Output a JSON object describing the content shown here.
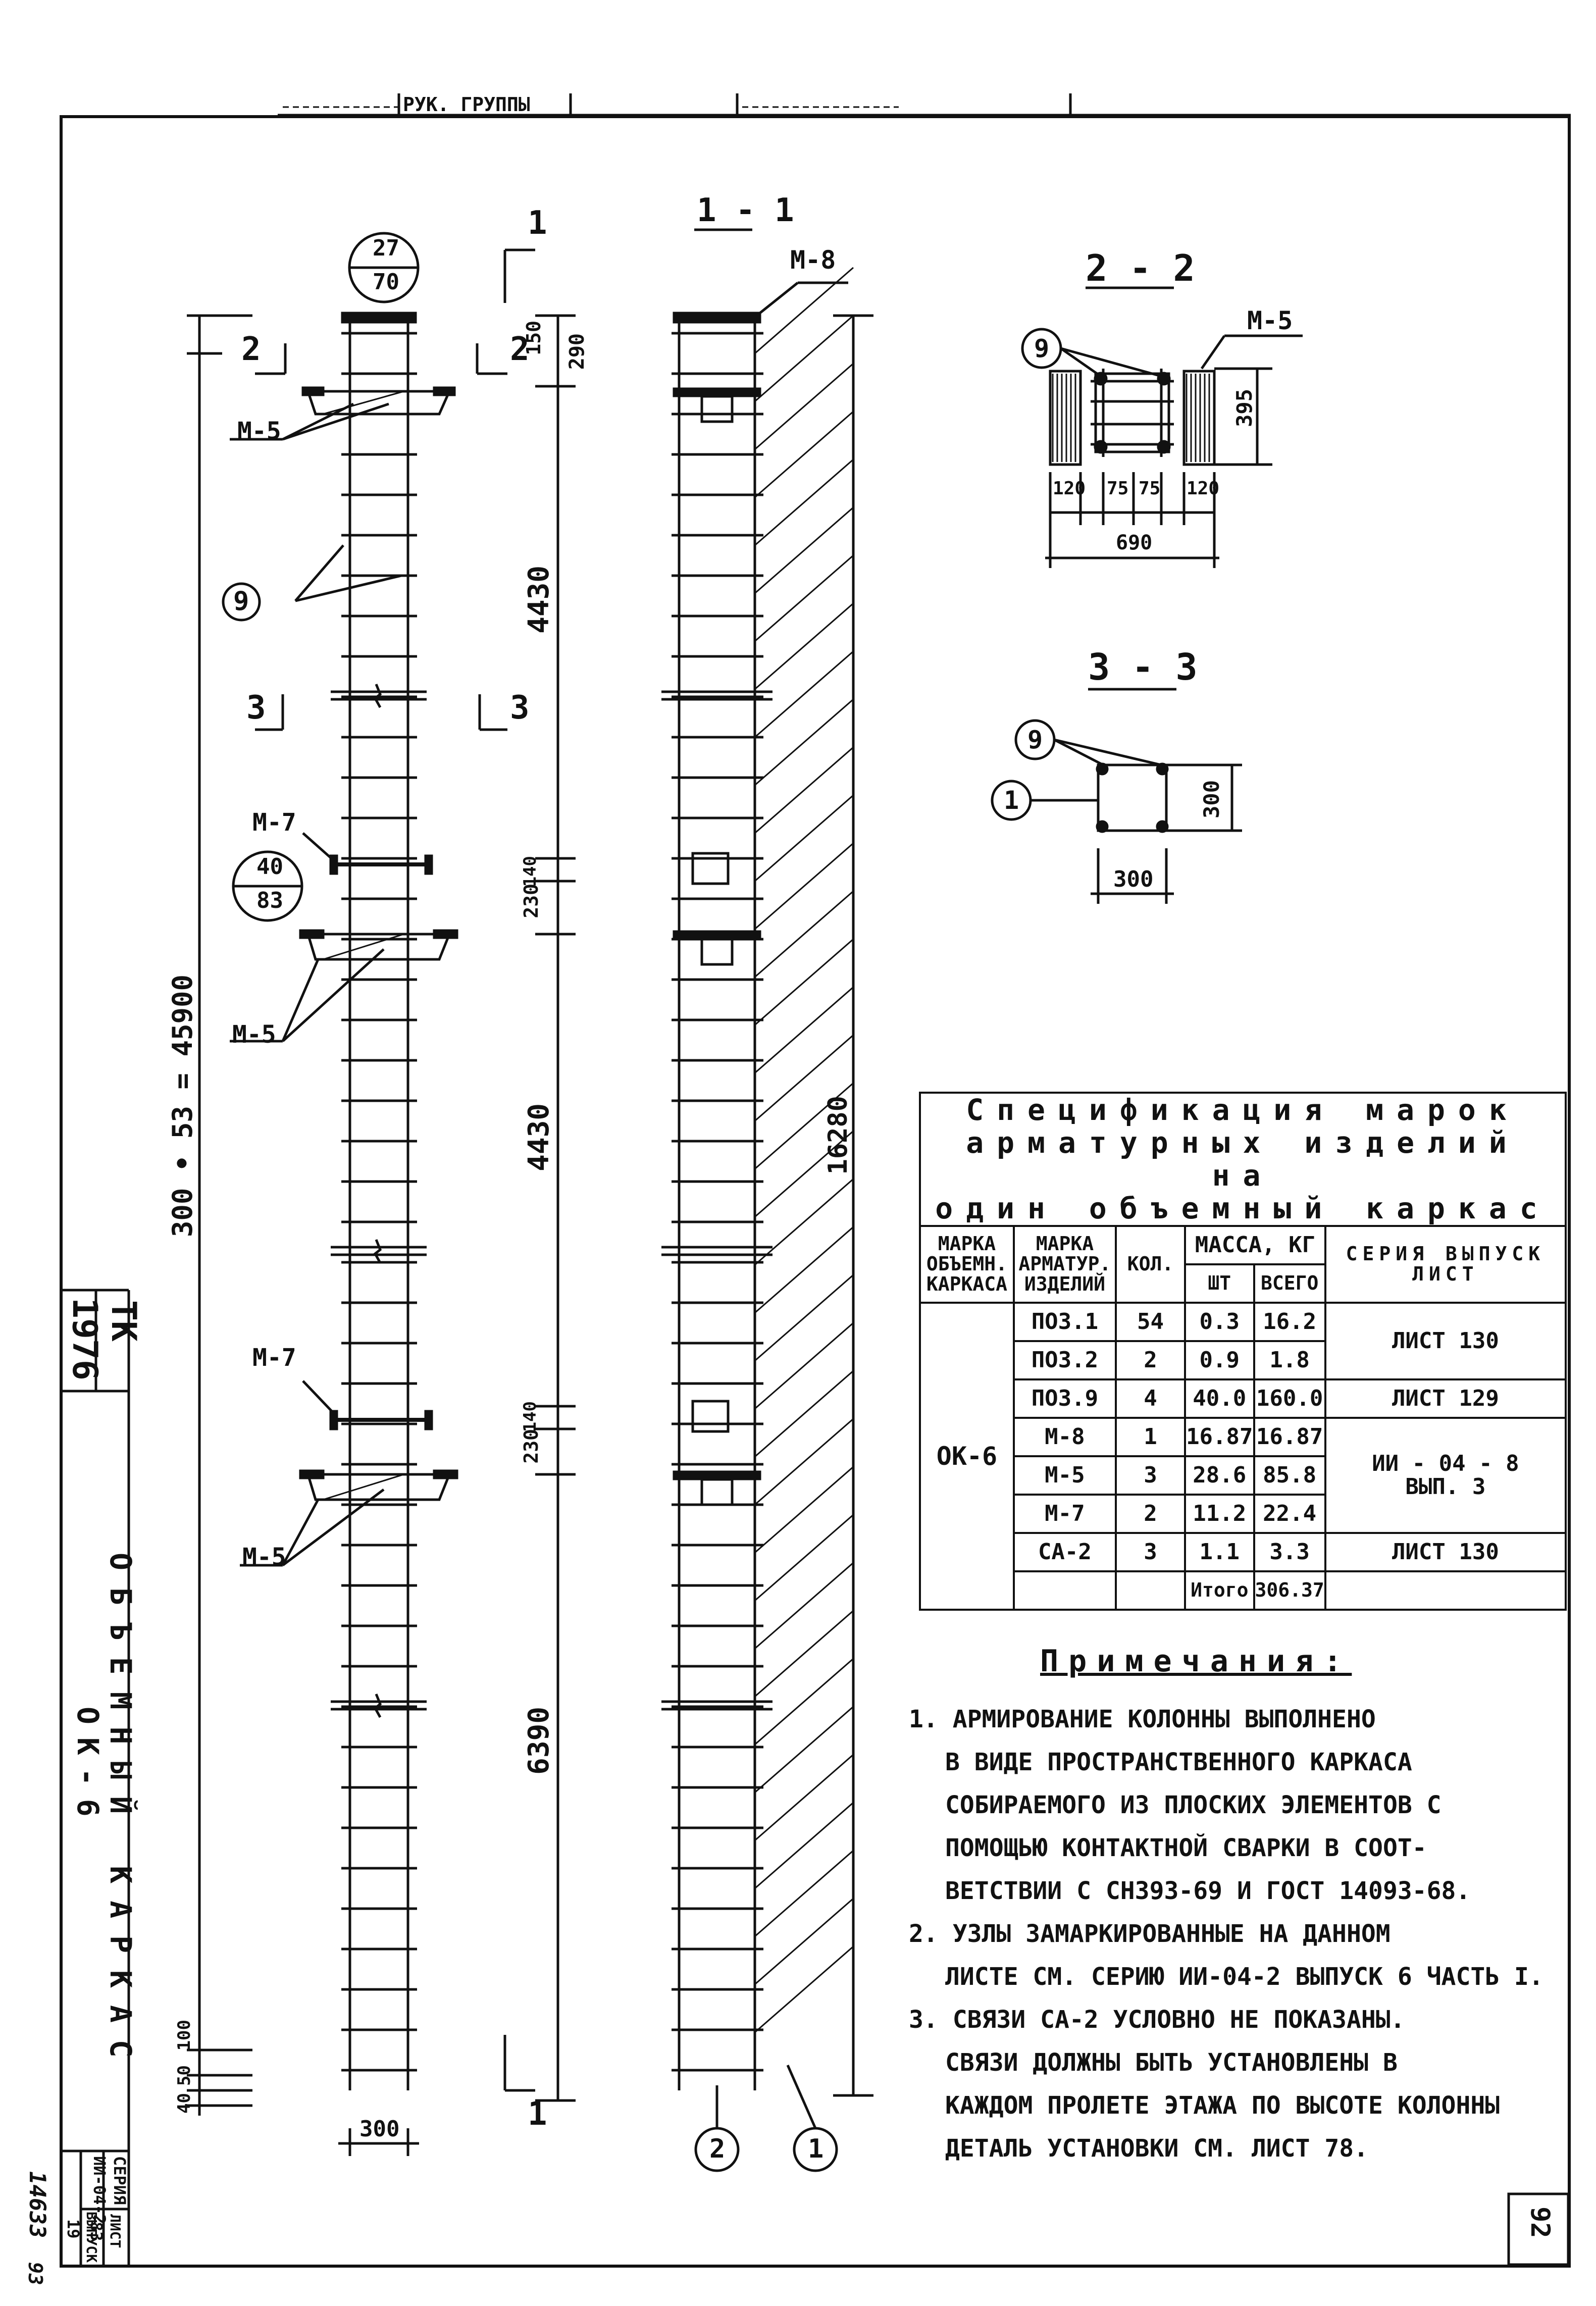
{
  "top_stamp": {
    "group_label": "РУК. ГРУППЫ"
  },
  "elevation": {
    "bubble_top": {
      "num": "27",
      "den": "70"
    },
    "bubble_mid": {
      "num": "40",
      "den": "83"
    },
    "dim_150": "150",
    "dim_290": "290",
    "dim_4430_a": "4430",
    "dim_4430_b": "4430",
    "dim_6390": "6390",
    "dim_140_a": "140",
    "dim_230_a": "230",
    "dim_140_b": "140",
    "dim_230_b": "230",
    "dim_total": "300 • 53 = 45900",
    "dim_100": "100",
    "dim_50": "50",
    "dim_40": "40",
    "dim_300": "300",
    "m5_a": "М-5",
    "m5_b": "М-5",
    "m5_c": "М-5",
    "m7_a": "М-7",
    "m7_b": "М-7",
    "circle_9": "9",
    "cut2_left": "2",
    "cut2_right": "2",
    "cut3_left": "3",
    "cut3_right": "3",
    "cut1_top": "1",
    "cut1_bottom": "1"
  },
  "section_1": {
    "title": "1 - 1",
    "m8": "М-8",
    "dim_16280": "16280",
    "circle_2": "2",
    "circle_1": "1"
  },
  "section_2": {
    "title": "2 - 2",
    "m5": "М-5",
    "circle_9": "9",
    "dim_395": "395",
    "dim_120_l": "120",
    "dim_75_l": "75",
    "dim_75_r": "75",
    "dim_120_r": "120",
    "dim_690": "690"
  },
  "section_3": {
    "title": "3 - 3",
    "circle_9": "9",
    "circle_1": "1",
    "dim_300_v": "300",
    "dim_300_h": "300"
  },
  "spec": {
    "title_line1": "Спецификация марок",
    "title_line2": "арматурных изделий на",
    "title_line3": "один объемный каркас",
    "col_frame": "МАРКА ОБЪЕМН. КАРКАСА",
    "col_item": "МАРКА АРМАТУР. ИЗДЕЛИЙ",
    "col_qty": "КОЛ.",
    "col_mass": "МАССА, КГ",
    "col_mass_unit": "ШТ",
    "col_mass_total": "ВСЕГО",
    "col_series": "СЕРИЯ ВЫПУСК ЛИСТ",
    "frame_mark": "ОК-6",
    "rows": [
      {
        "item": "ПОЗ.1",
        "qty": "54",
        "unit": "0.3",
        "total": "16.2"
      },
      {
        "item": "ПОЗ.2",
        "qty": "2",
        "unit": "0.9",
        "total": "1.8"
      },
      {
        "item": "ПОЗ.9",
        "qty": "4",
        "unit": "40.0",
        "total": "160.0"
      },
      {
        "item": "М-8",
        "qty": "1",
        "unit": "16.87",
        "total": "16.87"
      },
      {
        "item": "М-5",
        "qty": "3",
        "unit": "28.6",
        "total": "85.8"
      },
      {
        "item": "М-7",
        "qty": "2",
        "unit": "11.2",
        "total": "22.4"
      },
      {
        "item": "СА-2",
        "qty": "3",
        "unit": "1.1",
        "total": "3.3"
      }
    ],
    "series_a": "ЛИСТ 130",
    "series_b": "ЛИСТ 129",
    "series_c": "ИИ - 04 - 8 ВЫП. 3",
    "series_d": "ЛИСТ 130",
    "total_label": "Итого",
    "total_value": "306.37"
  },
  "notes": {
    "title": "Примечания:",
    "items": [
      "1. АРМИРОВАНИЕ КОЛОННЫ ВЫПОЛНЕНО\nВ ВИДЕ ПРОСТРАНСТВЕННОГО КАРКАСА\nСОБИРАЕМОГО ИЗ ПЛОСКИХ ЭЛЕМЕНТОВ С\nПОМОЩЬЮ КОНТАКТНОЙ СВАРКИ В СООТ-\nВЕТСТВИИ С СН393-69 И ГОСТ 14093-68.",
      "2. УЗЛЫ ЗАМАРКИРОВАННЫЕ НА ДАННОМ\nЛИСТЕ СМ. СЕРИЮ ИИ-04-2 ВЫПУСК 6 ЧАСТЬ I.",
      "3. СВЯЗИ СА-2 УСЛОВНО НЕ ПОКАЗАНЫ.\nСВЯЗИ ДОЛЖНЫ БЫТЬ УСТАНОВЛЕНЫ В\nКАЖДОМ ПРОЛЕТЕ ЭТАЖА ПО ВЫСОТЕ КОЛОННЫ\nДЕТАЛЬ УСТАНОВКИ СМ. ЛИСТ 78."
    ]
  },
  "title_block": {
    "tk": "ТК",
    "code": "1976",
    "title_line1": "ОБЪЕМНЫЙ КАРКАС",
    "title_line2": "ОК-6",
    "series_label": "СЕРИЯ",
    "series_value": "ИИ-04-2",
    "issue_label": "ВЫПУСК",
    "issue_value": "19",
    "sheet_label": "ЛИСТ",
    "sheet_value": "83"
  },
  "sheet_number": "92",
  "margin_number_1": "14633",
  "margin_number_2": "93"
}
